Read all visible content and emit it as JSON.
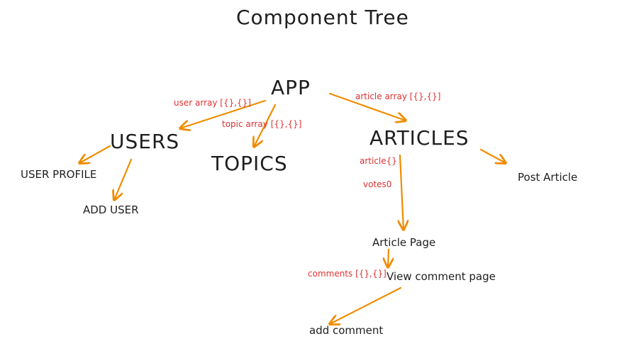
{
  "title": "Component Tree",
  "nodes": {
    "app": "APP",
    "users": "USERS",
    "topics": "TOPICS",
    "articles": "ARTICLES",
    "user_profile": "USER PROFILE",
    "add_user": "ADD USER",
    "post_article": "Post Article",
    "article_page": "Article Page",
    "view_comment_page": "View comment page",
    "add_comment": "add comment"
  },
  "edge_labels": {
    "user_array": "user array [{},{}]",
    "topic_array": "topic array [{},{}]",
    "article_array": "article array [{},{}]",
    "article_obj": "article{}",
    "votes": "votes0",
    "comments": "comments [{},{}]"
  },
  "colors": {
    "arrow": "#f08c00",
    "edge_label": "#e03131",
    "text": "#1e1e1e"
  }
}
